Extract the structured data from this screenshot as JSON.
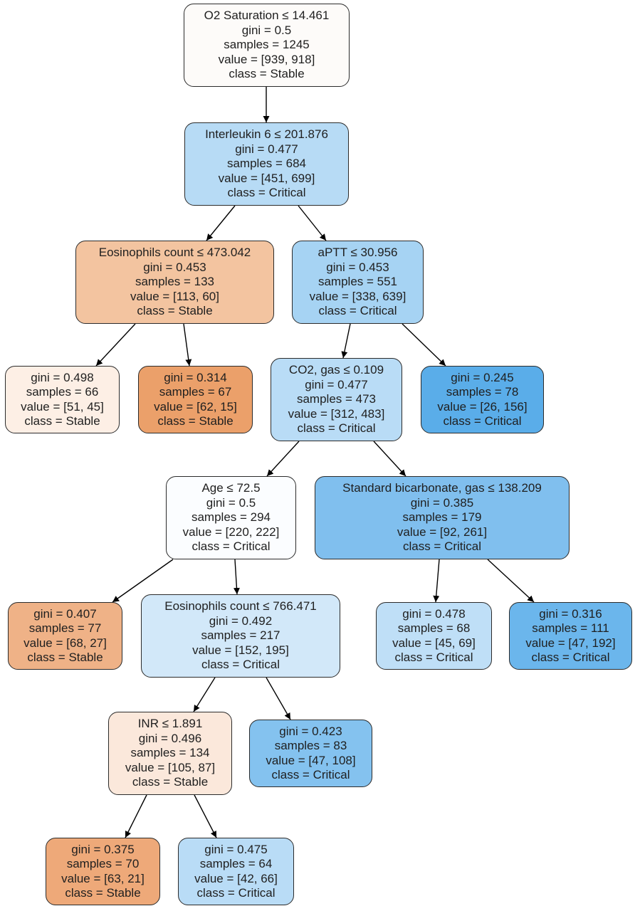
{
  "nodes": [
    {
      "id": "n0",
      "fill": "#fdfbf9",
      "lines": [
        "O2 Saturation ≤ 14.461",
        "gini = 0.5",
        "samples = 1245",
        "value = [939, 918]",
        "class = Stable"
      ]
    },
    {
      "id": "n1",
      "fill": "#b7dbf5",
      "lines": [
        "Interleukin 6 ≤ 201.876",
        "gini = 0.477",
        "samples = 684",
        "value = [451, 699]",
        "class = Critical"
      ]
    },
    {
      "id": "n2",
      "fill": "#f3c4a0",
      "lines": [
        "Eosinophils count ≤ 473.042",
        "gini = 0.453",
        "samples = 133",
        "value = [113, 60]",
        "class = Stable"
      ]
    },
    {
      "id": "n3",
      "fill": "#a6d3f3",
      "lines": [
        "aPTT ≤ 30.956",
        "gini = 0.453",
        "samples = 551",
        "value = [338, 639]",
        "class = Critical"
      ]
    },
    {
      "id": "n4",
      "fill": "#fdefe5",
      "lines": [
        "gini = 0.498",
        "samples = 66",
        "value = [51, 45]",
        "class = Stable"
      ]
    },
    {
      "id": "n5",
      "fill": "#eba06a",
      "lines": [
        "gini = 0.314",
        "samples = 67",
        "value = [62, 15]",
        "class = Stable"
      ]
    },
    {
      "id": "n6",
      "fill": "#b9dcf6",
      "lines": [
        "CO2, gas ≤ 0.109",
        "gini = 0.477",
        "samples = 473",
        "value = [312, 483]",
        "class = Critical"
      ]
    },
    {
      "id": "n7",
      "fill": "#5aade9",
      "lines": [
        "gini = 0.245",
        "samples = 78",
        "value = [26, 156]",
        "class = Critical"
      ]
    },
    {
      "id": "n8",
      "fill": "#fbfdff",
      "lines": [
        "Age ≤ 72.5",
        "gini = 0.5",
        "samples = 294",
        "value = [220, 222]",
        "class = Critical"
      ]
    },
    {
      "id": "n9",
      "fill": "#80bfee",
      "lines": [
        "Standard bicarbonate, gas ≤ 138.209",
        "gini = 0.385",
        "samples = 179",
        "value = [92, 261]",
        "class = Critical"
      ]
    },
    {
      "id": "n10",
      "fill": "#efb287",
      "lines": [
        "gini = 0.407",
        "samples = 77",
        "value = [68, 27]",
        "class = Stable"
      ]
    },
    {
      "id": "n11",
      "fill": "#d2e8f9",
      "lines": [
        "Eosinophils count ≤ 766.471",
        "gini = 0.492",
        "samples = 217",
        "value = [152, 195]",
        "class = Critical"
      ]
    },
    {
      "id": "n12",
      "fill": "#bfdff7",
      "lines": [
        "gini = 0.478",
        "samples = 68",
        "value = [45, 69]",
        "class = Critical"
      ]
    },
    {
      "id": "n13",
      "fill": "#6bb6ec",
      "lines": [
        "gini = 0.316",
        "samples = 111",
        "value = [47, 192]",
        "class = Critical"
      ]
    },
    {
      "id": "n14",
      "fill": "#fbe8db",
      "lines": [
        "INR ≤ 1.891",
        "gini = 0.496",
        "samples = 134",
        "value = [105, 87]",
        "class = Stable"
      ]
    },
    {
      "id": "n15",
      "fill": "#84c2ef",
      "lines": [
        "gini = 0.423",
        "samples = 83",
        "value = [47, 108]",
        "class = Critical"
      ]
    },
    {
      "id": "n16",
      "fill": "#eea979",
      "lines": [
        "gini = 0.375",
        "samples = 70",
        "value = [63, 21]",
        "class = Stable"
      ]
    },
    {
      "id": "n17",
      "fill": "#b9dcf6",
      "lines": [
        "gini = 0.475",
        "samples = 64",
        "value = [42, 66]",
        "class = Critical"
      ]
    }
  ],
  "edges": [
    [
      "n0",
      "n1"
    ],
    [
      "n1",
      "n2"
    ],
    [
      "n1",
      "n3"
    ],
    [
      "n2",
      "n4"
    ],
    [
      "n2",
      "n5"
    ],
    [
      "n3",
      "n6"
    ],
    [
      "n3",
      "n7"
    ],
    [
      "n6",
      "n8"
    ],
    [
      "n6",
      "n9"
    ],
    [
      "n8",
      "n10"
    ],
    [
      "n8",
      "n11"
    ],
    [
      "n9",
      "n12"
    ],
    [
      "n9",
      "n13"
    ],
    [
      "n11",
      "n14"
    ],
    [
      "n11",
      "n15"
    ],
    [
      "n14",
      "n16"
    ],
    [
      "n14",
      "n17"
    ]
  ]
}
